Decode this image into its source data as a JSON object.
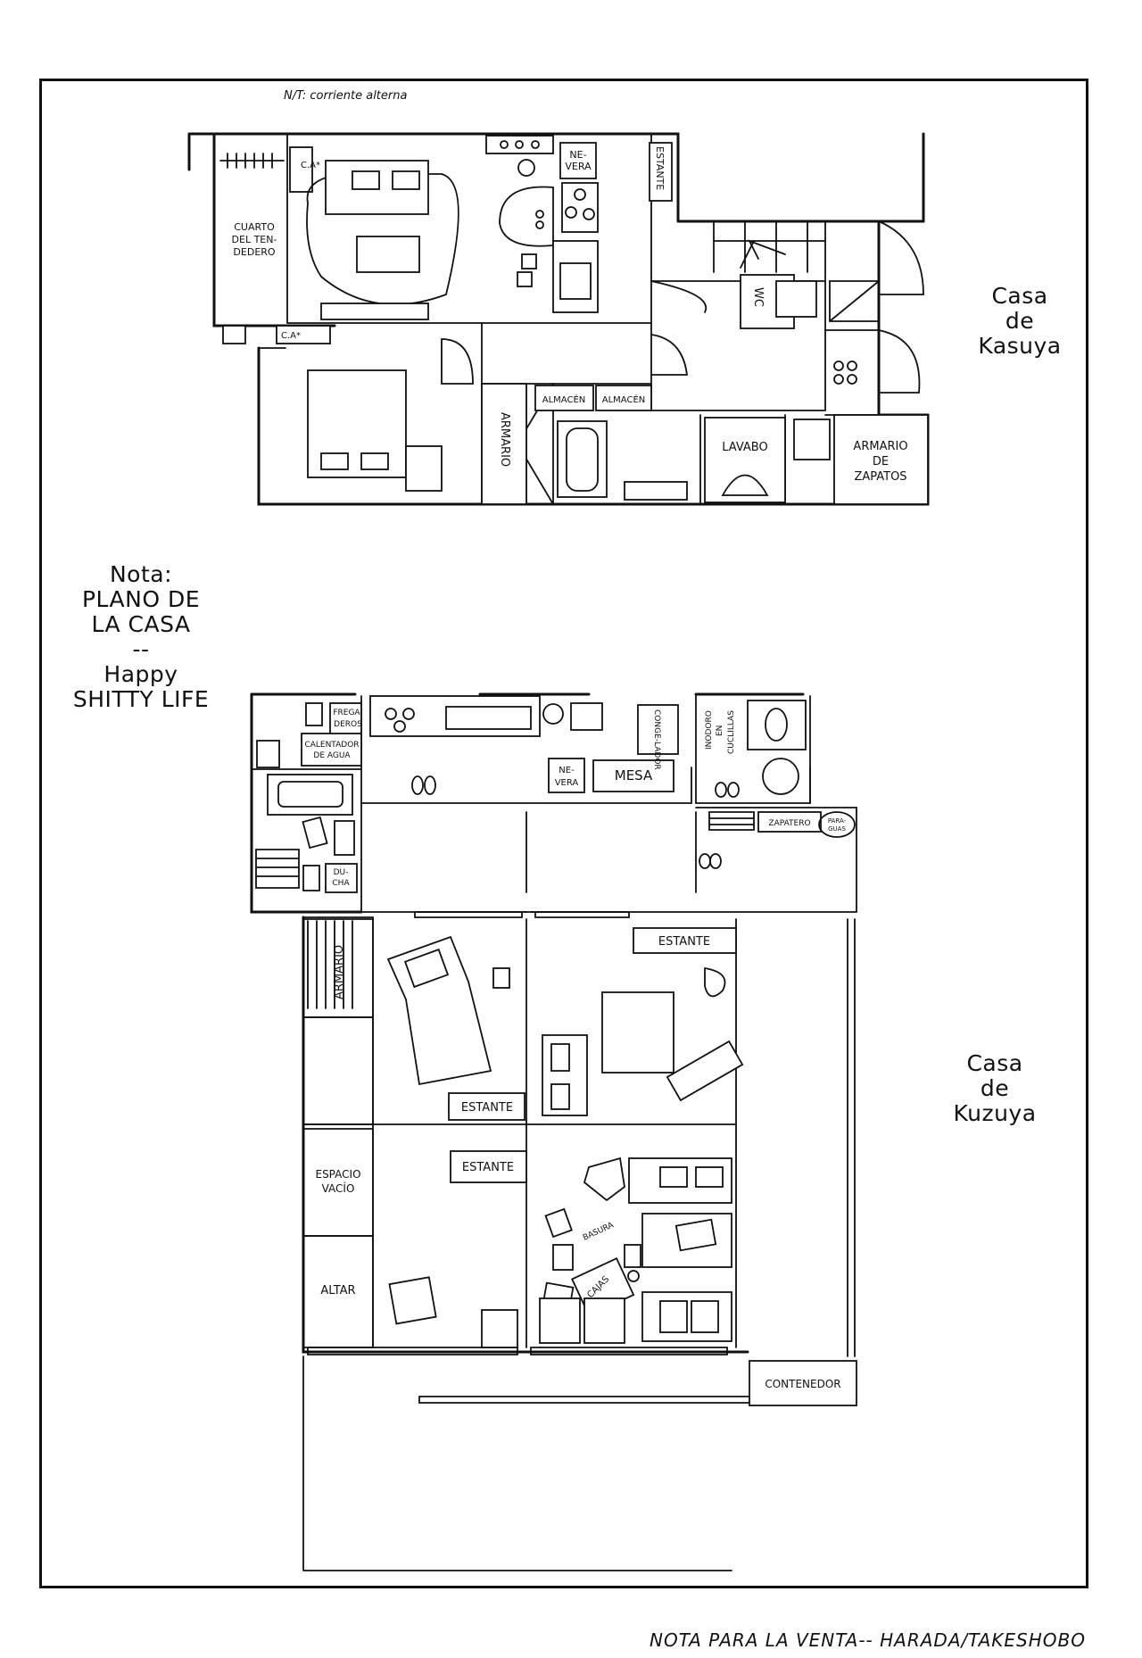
{
  "translator_note": "N/T: corriente alterna",
  "side_note": {
    "line1": "Nota:",
    "line2": "plano de",
    "line3": "la casa",
    "line4": "--",
    "line5": "Happy",
    "line6": "Shitty Life"
  },
  "kasuya": {
    "title1": "Casa",
    "title2": "de",
    "title3": "Kasuya",
    "labels": {
      "ac1": "C.A*",
      "ac2": "C.A*",
      "laundry1": "CUARTO",
      "laundry2": "DEL TEN-",
      "laundry3": "DEDERO",
      "fridge1": "NE-",
      "fridge2": "VERA",
      "shelf": "ESTANTE",
      "storage1": "ALMACÉN",
      "storage2": "ALMACÉN",
      "closet": "ARMARIO",
      "wc": "WC",
      "sink": "LAVABO",
      "shoes1": "ARMARIO",
      "shoes2": "DE",
      "shoes3": "ZAPATOS"
    }
  },
  "kuzuya": {
    "title1": "Casa",
    "title2": "de",
    "title3": "Kuzuya",
    "labels": {
      "sinks1": "FREGA-",
      "sinks2": "DEROS",
      "heater1": "CALENTADOR",
      "heater2": "DE AGUA",
      "shower1": "DU-",
      "shower2": "CHA",
      "fridge1": "NE-",
      "fridge2": "VERA",
      "table": "MESA",
      "freezer": "CONGE-LADOR",
      "toilet1": "INODORO",
      "toilet2": "EN",
      "toilet3": "CUCLILLAS",
      "shoerack": "ZAPATERO",
      "umbrella1": "PARA-",
      "umbrella2": "GUAS",
      "shelf1": "ESTANTE",
      "shelf2": "ESTANTE",
      "shelf3": "ESTANTE",
      "closet": "ARMARIO",
      "empty1": "ESPACIO",
      "empty2": "VACÍO",
      "altar": "ALTAR",
      "trash": "BASURA",
      "boxes": "CAJAS",
      "container": "CONTENEDOR"
    }
  },
  "caption": "Nota para la venta-- Harada/Takeshobo"
}
